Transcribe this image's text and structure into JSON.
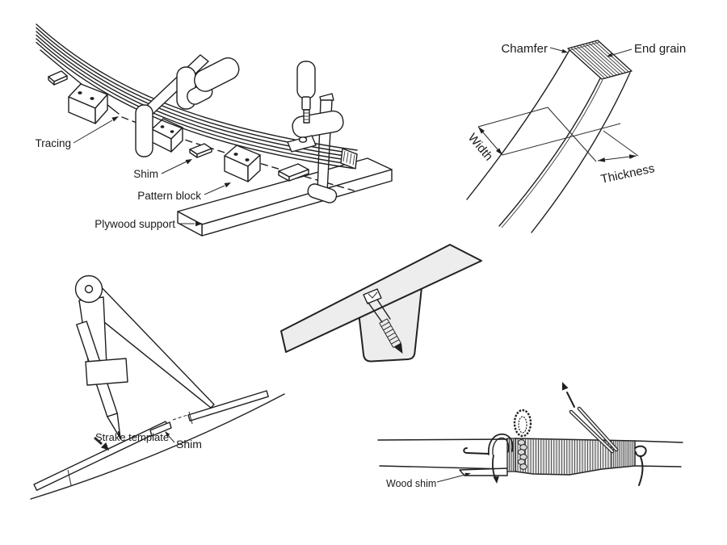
{
  "colors": {
    "ink": "#1f1f1f",
    "light_fill": "#ededed",
    "wrap_fill": "#e9e9e9",
    "background": "#ffffff"
  },
  "figures": {
    "lamination_jig": {
      "labels": {
        "tracing": "Tracing",
        "shim": "Shim",
        "pattern_block": "Pattern block",
        "plywood_support": "Plywood support"
      }
    },
    "timber_cross_section": {
      "labels": {
        "chamfer": "Chamfer",
        "end_grain": "End grain",
        "width": "Width",
        "thickness": "Thickness"
      }
    },
    "spiling_dividers": {
      "labels": {
        "strake_template": "Strake template",
        "shim": "Shim"
      }
    },
    "served_binding": {
      "labels": {
        "wood_shim": "Wood shim"
      }
    }
  }
}
